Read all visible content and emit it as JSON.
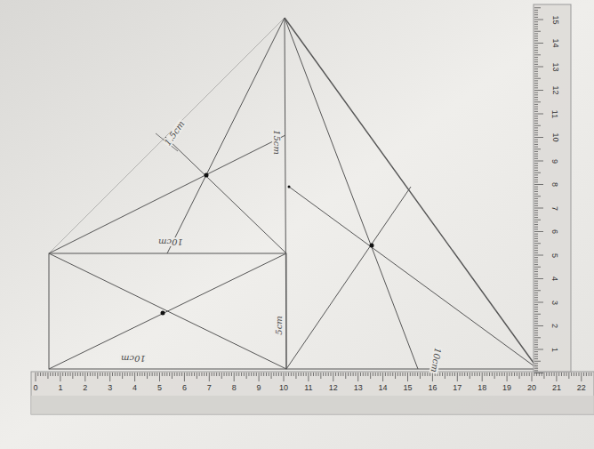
{
  "diagram": {
    "labels": [
      "10cm",
      "10cm",
      "5cm",
      "15cm",
      "10cm",
      "1.5cm",
      "0",
      "1",
      "2",
      "3",
      "4",
      "5",
      "6",
      "7",
      "8",
      "9",
      "10",
      "11",
      "12",
      "13",
      "14",
      "15",
      "16",
      "17",
      "18",
      "19",
      "20",
      "21",
      "22",
      "1",
      "2",
      "3",
      "4",
      "5",
      "6",
      "7",
      "8",
      "9",
      "10",
      "11",
      "12",
      "13",
      "14",
      "15"
    ]
  }
}
